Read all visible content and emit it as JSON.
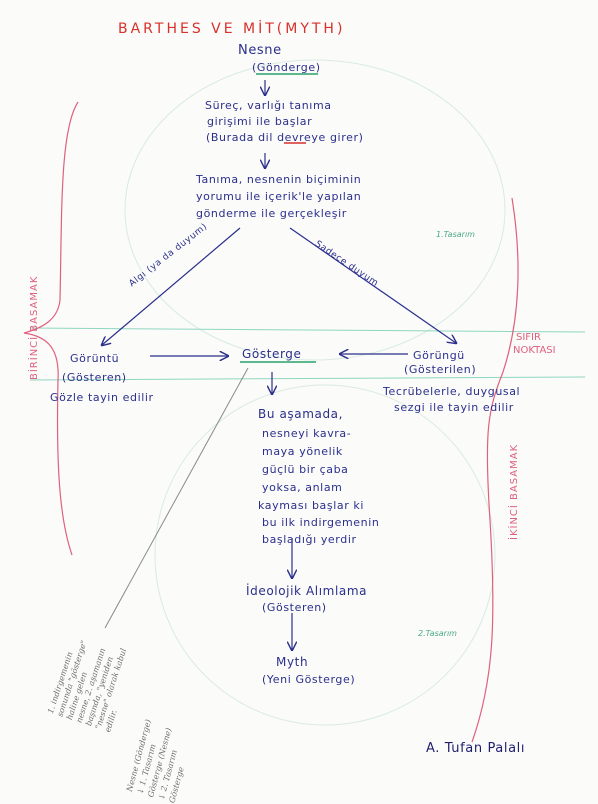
{
  "title": "BARTHES VE MİT(MYTH)",
  "top": {
    "nesne": "Nesne",
    "gonderge": "(Gönderge)",
    "surec": [
      "Süreç, varlığı tanıma",
      "girişimi ile başlar",
      "(Burada dil devreye girer)"
    ],
    "tanima": [
      "Tanıma, nesnenin biçiminin",
      "yorumu ile içerik'le yapılan",
      "gönderme ile gerçekleşir"
    ]
  },
  "arrows": {
    "left_label": "Algı (ya da duyum)",
    "right_label": "Sadece duyum"
  },
  "middle": {
    "goruntu": "Görüntü",
    "gosteren": "(Gösteren)",
    "gozle": "Gözle tayin edilir",
    "gosterge": "Gösterge",
    "gorungu": "Görüngü",
    "gosterilen": "(Gösterilen)",
    "tecrube": [
      "Tecrübelerle, duygusal",
      "sezgi ile tayin edilir"
    ]
  },
  "zero": [
    "SIFIR",
    "NOKTASI"
  ],
  "lower": {
    "asama": [
      "Bu aşamada,",
      "nesneyi kavra-",
      "maya yönelik",
      "güçlü bir çaba",
      "yoksa, anlam",
      "kayması başlar ki",
      "bu ilk indirgemenin",
      "başladığı yerdir"
    ],
    "ideolojik": "İdeolojik Alımlama",
    "gosteren2": "(Gösteren)",
    "myth": "Myth",
    "yeni": "(Yeni Gösterge)"
  },
  "sides": {
    "birinci": "BİRİNCİ BASAMAK",
    "ikinci": "İKİNCİ BASAMAK",
    "t1": "1.Tasarım",
    "t2": "2.Tasarım"
  },
  "note": {
    "lines": [
      "1. indirgemenin",
      "sonunda \"gösterge\"",
      "haline gelen",
      "nesne, 2. aşamanın",
      "başında, \"yeniden",
      "\"nesne\" olarak kabul",
      "edilir."
    ],
    "chain": [
      "Nesne (Gönderge)",
      "↓ 1. Tasarım",
      "Gösterge (Nesne)",
      "↓ 2. Tasarım",
      "Gösterge"
    ]
  },
  "author": "A. Tufan Palalı",
  "colors": {
    "ink": "#2b2f8c",
    "title": "#d8302a",
    "brace": "#e0607e",
    "divider": "#8fd6c2",
    "underline": "#2aa26a"
  }
}
